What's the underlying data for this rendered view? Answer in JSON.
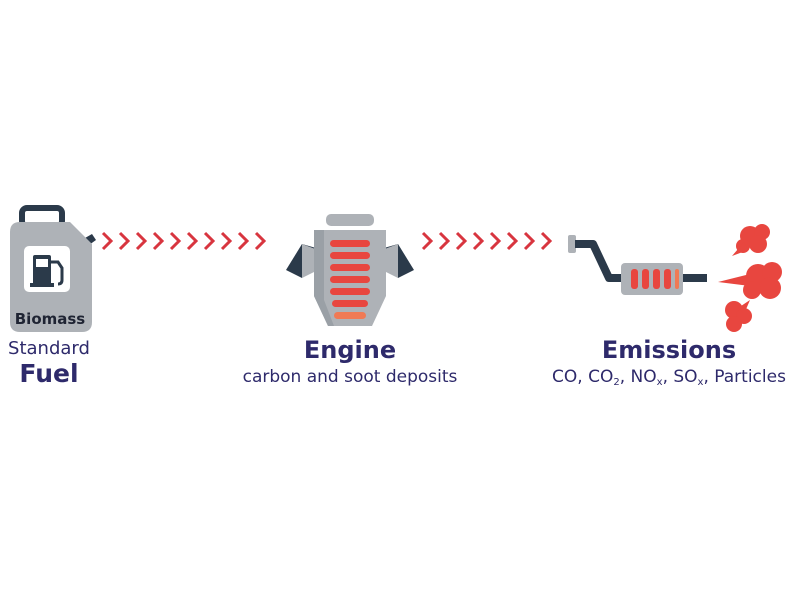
{
  "fuel": {
    "can_label": "Biomass",
    "line1": "Standard",
    "line2": "Fuel"
  },
  "engine": {
    "title": "Engine",
    "subtitle": "carbon and soot deposits"
  },
  "emissions": {
    "title": "Emissions",
    "formula": [
      {
        "base": "CO, CO"
      },
      {
        "sub": "2"
      },
      {
        "base": ", NO"
      },
      {
        "sub": "x"
      },
      {
        "base": ", SO"
      },
      {
        "sub": "x"
      },
      {
        "base": ", Particles"
      }
    ]
  },
  "colors": {
    "navy": "#2e2a6b",
    "accent_red": "#e8463f",
    "chevron_red": "#d8353f",
    "gray_body": "#aeb2b7",
    "dark_slate": "#2b3a4a"
  },
  "icons": [
    "fuel-can-icon",
    "gas-pump-icon",
    "engine-icon",
    "exhaust-pipe-icon",
    "smoke-puff-icon",
    "chevron-right-icon"
  ]
}
